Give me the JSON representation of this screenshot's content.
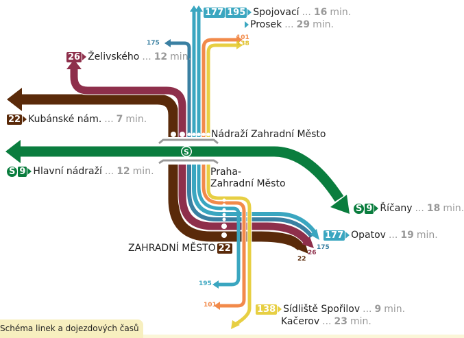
{
  "colors": {
    "line22": "#5a2a0a",
    "line26": "#8e2f4b",
    "line175": "#3a80a2",
    "line177": "#3aa6c0",
    "line195": "#3aa6c0",
    "line101": "#f28a4a",
    "line138": "#e7cf43",
    "s9": "#0a7d3e",
    "platform": "#999999"
  },
  "stations": {
    "upper": "Nádraží Zahradní Město",
    "lower_line1": "Praha-",
    "lower_line2": "Zahradní Město",
    "bottom": "ZAHRADNÍ MĚSTO",
    "bottom_badge": "22",
    "s_icon": "S"
  },
  "destinations": {
    "spojovaci": {
      "badges": [
        "177",
        "195"
      ],
      "name": "Spojovací",
      "time": "16",
      "unit": "min."
    },
    "prosek": {
      "name": "Prosek",
      "time": "29",
      "unit": "min."
    },
    "zelivskeho": {
      "badge": "26",
      "name": "Želivského",
      "time": "12",
      "unit": "min."
    },
    "kubanske": {
      "badge": "22",
      "name": "Kubánské nám.",
      "time": "7",
      "unit": "min."
    },
    "hlavni": {
      "badge_s": "S",
      "badge": "9",
      "name": "Hlavní nádraží",
      "time": "12",
      "unit": "min."
    },
    "ricany": {
      "badge_s": "S",
      "badge": "9",
      "name": "Říčany",
      "time": "18",
      "unit": "min."
    },
    "opatov": {
      "badge": "177",
      "name": "Opatov",
      "time": "19",
      "unit": "min."
    },
    "sporilov": {
      "badge": "138",
      "name": "Sídliště Spořilov",
      "time": "9",
      "unit": "min."
    },
    "kacerov": {
      "name": "Kačerov",
      "time": "23",
      "unit": "min."
    }
  },
  "line_labels": {
    "l175_top": "175",
    "l101_top": "101",
    "l138_top": "138",
    "l175_right": "175",
    "l26_right": "26",
    "l22_right": "22",
    "l195_bottom": "195",
    "l101_bottom": "101"
  },
  "ellipsis": "...",
  "footer": {
    "tab_label": "Schéma linek a dojezdových časů"
  }
}
